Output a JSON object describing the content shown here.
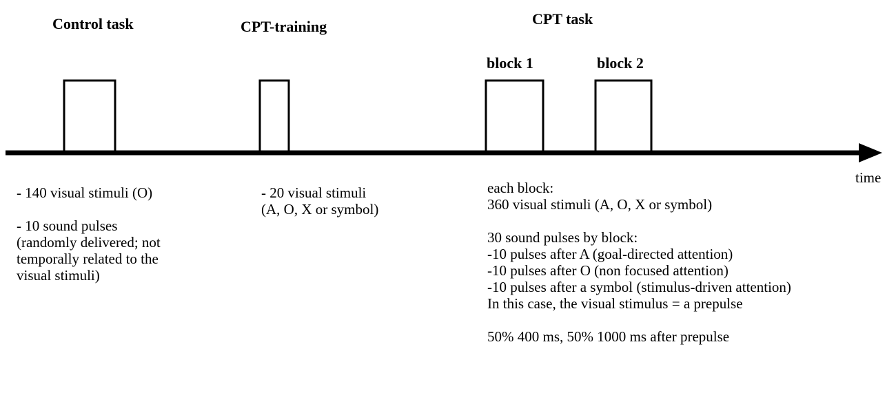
{
  "headings": {
    "control_task": "Control task",
    "cpt_training": "CPT-training",
    "cpt_task": "CPT task",
    "block1": "block 1",
    "block2": "block 2"
  },
  "axis": {
    "label": "time"
  },
  "control_desc": {
    "line1": "- 140 visual stimuli (O)",
    "line2": "- 10 sound pulses",
    "line3": "(randomly delivered; not",
    "line4": "temporally related to the",
    "line5": "visual stimuli)"
  },
  "training_desc": {
    "line1": "- 20 visual stimuli",
    "line2": "(A, O, X or symbol)"
  },
  "cpt_desc": {
    "line1": "each block:",
    "line2": "360 visual stimuli (A, O, X or symbol)",
    "line3": "30 sound pulses by block:",
    "line4": "-10 pulses after A (goal-directed attention)",
    "line5": "-10 pulses after O (non focused attention)",
    "line6": "-10 pulses after a symbol (stimulus-driven attention)",
    "line7": "In this case, the visual stimulus = a prepulse",
    "line8": "50% 400 ms, 50% 1000 ms after prepulse"
  }
}
